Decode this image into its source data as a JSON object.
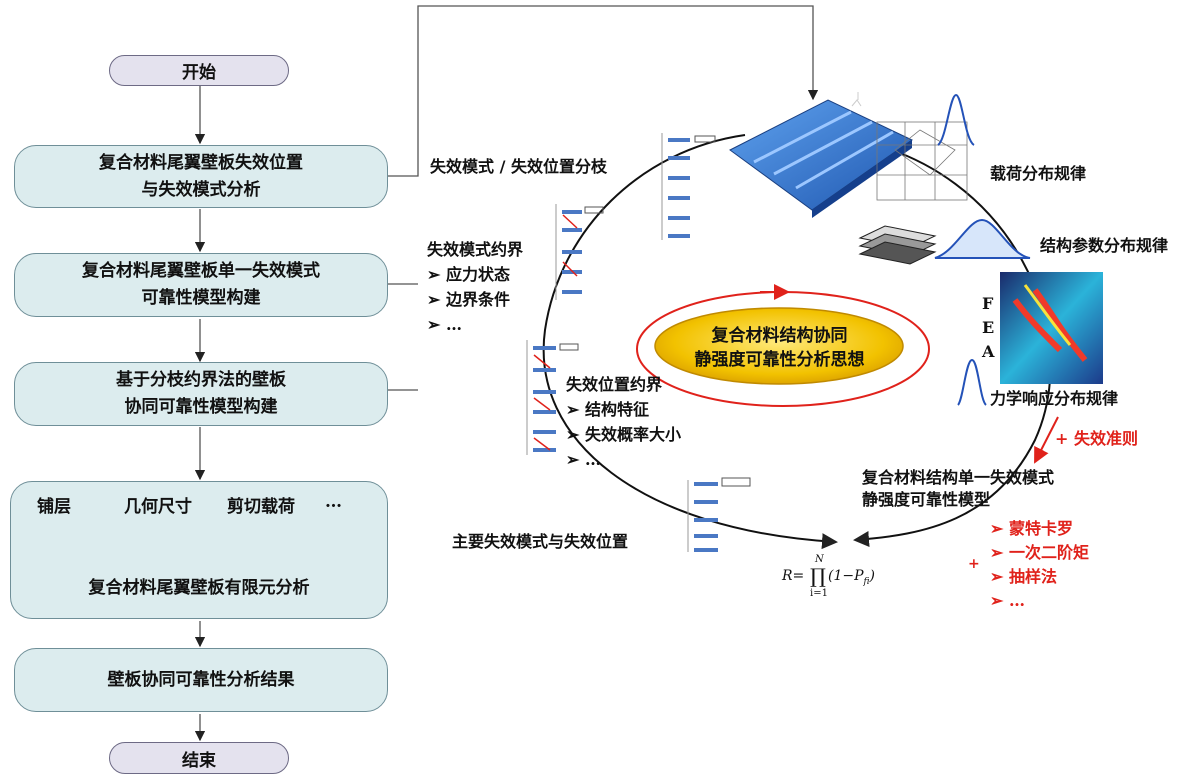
{
  "flow": {
    "start": "开始",
    "step1": [
      "复合材料尾翼壁板失效位置",
      "与失效模式分析"
    ],
    "step2": [
      "复合材料尾翼壁板单一失效模式",
      "可靠性模型构建"
    ],
    "step3": [
      "基于分枝约界法的壁板",
      "协同可靠性模型构建"
    ],
    "step4": {
      "inputs": [
        "铺层",
        "几何尺寸",
        "剪切载荷",
        "…"
      ],
      "title": "复合材料尾翼壁板有限元分析"
    },
    "step5": "壁板协同可靠性分析结果",
    "end": "结束"
  },
  "cycle": {
    "center": [
      "复合材料结构协同",
      "静强度可靠性分析思想"
    ],
    "branch_label": "失效模式 / 失效位置分枝",
    "mode_bound": {
      "title": "失效模式约界",
      "items": [
        "应力状态",
        "边界条件",
        "…"
      ]
    },
    "position_bound": {
      "title": "失效位置约界",
      "items": [
        "结构特征",
        "失效概率大小",
        "…"
      ]
    },
    "main_modes": "主要失效模式与失效位置",
    "load_dist": "载荷分布规律",
    "struct_dist": "结构参数分布规律",
    "fea": [
      "F",
      "E",
      "A"
    ],
    "response_dist": "力学响应分布规律",
    "criterion": "+ 失效准则",
    "single_model": [
      "复合材料结构单一失效模式",
      "静强度可靠性模型"
    ],
    "methods": [
      "蒙特卡罗",
      "一次二阶矩",
      "抽样法",
      "…"
    ],
    "plus": "+",
    "formula": {
      "lhs": "R=",
      "prod": "∏",
      "upper": "N",
      "lower": "i=1",
      "term": "(1−P",
      "sub": "fi",
      "close": ")"
    }
  },
  "colors": {
    "box_fill": "#dcecee",
    "pill_fill": "#e4e2ee",
    "accent_red": "#e0221b",
    "ellipse_gold": "#f2c200",
    "panel_blue": "#2f6fc9"
  }
}
